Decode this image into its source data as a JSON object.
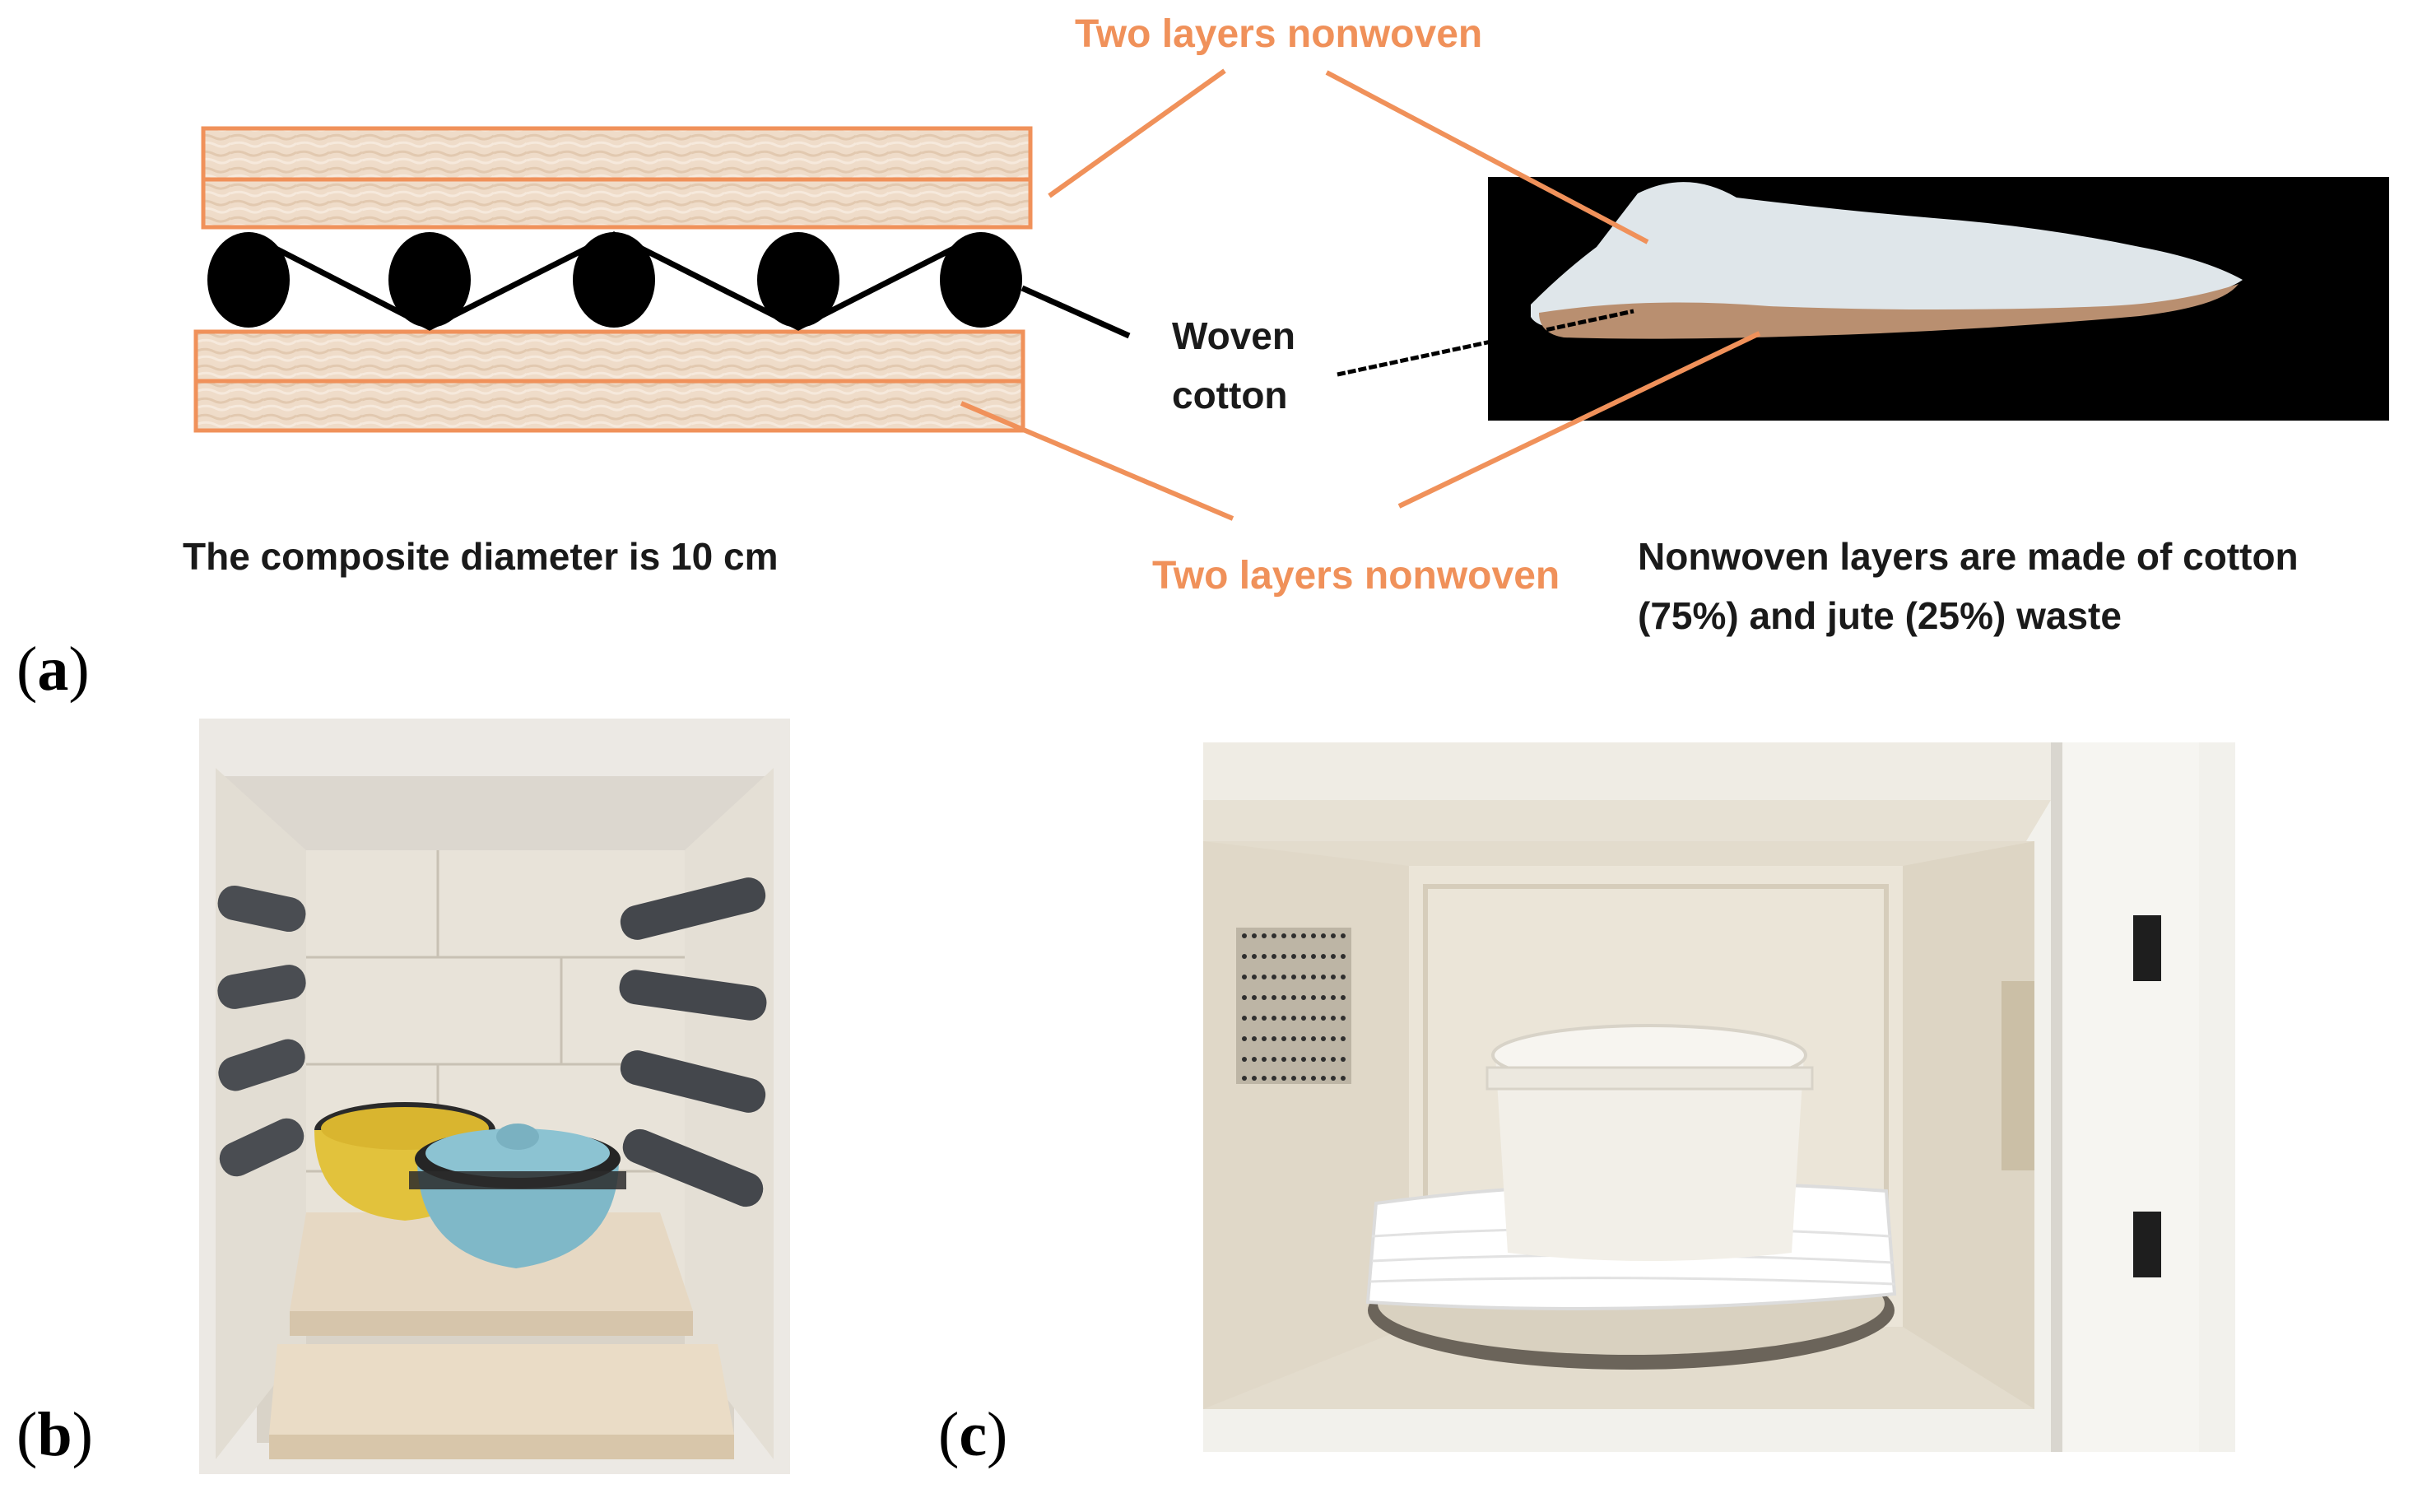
{
  "panel_a": {
    "label_open": "(",
    "label_letter": "a",
    "label_close": ")",
    "top_label": "Two layers nonwoven",
    "bottom_label": "Two layers nonwoven",
    "woven_label_line1": "Woven",
    "woven_label_line2": "cotton",
    "diameter_note": "The composite diameter is 10 cm",
    "composition_note_line1": "Nonwoven layers are made of cotton",
    "composition_note_line2": "(75%) and jute (25%) waste"
  },
  "panel_b": {
    "label_open": "(",
    "label_letter": "b",
    "label_close": ")"
  },
  "panel_c": {
    "label_open": "(",
    "label_letter": "c",
    "label_close": ")"
  },
  "colors": {
    "orange": "#f0915a",
    "layer_fill": "#efdcc9",
    "black": "#000000"
  }
}
